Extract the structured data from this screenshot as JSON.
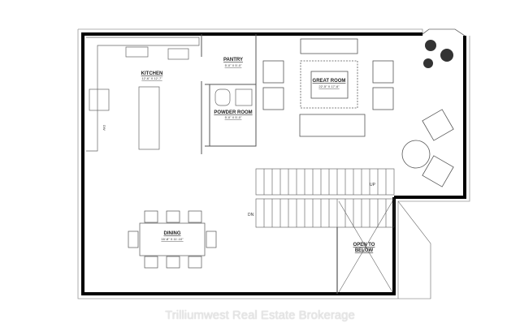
{
  "rooms": {
    "kitchen": {
      "label": "KITCHEN",
      "dim": "12'-6\" X 12'-7\""
    },
    "pantry": {
      "label": "PANTRY",
      "dim": "5'-0\" X 5'-0\""
    },
    "powder": {
      "label": "POWDER ROOM",
      "dim": "5'-0\" X 5'-0\""
    },
    "great": {
      "label": "GREAT ROOM",
      "dim": "22'-5\" X 17'-6\""
    },
    "dining": {
      "label": "DINING",
      "dim": "16'-8\" X 11'-10\""
    },
    "open1": "OPEN TO",
    "open2": "BELOW"
  },
  "stairs": {
    "up": "UP",
    "dn": "DN"
  },
  "appliance": {
    "dw": "DW"
  },
  "watermark": "Trilliumwest Real Estate Brokerage"
}
